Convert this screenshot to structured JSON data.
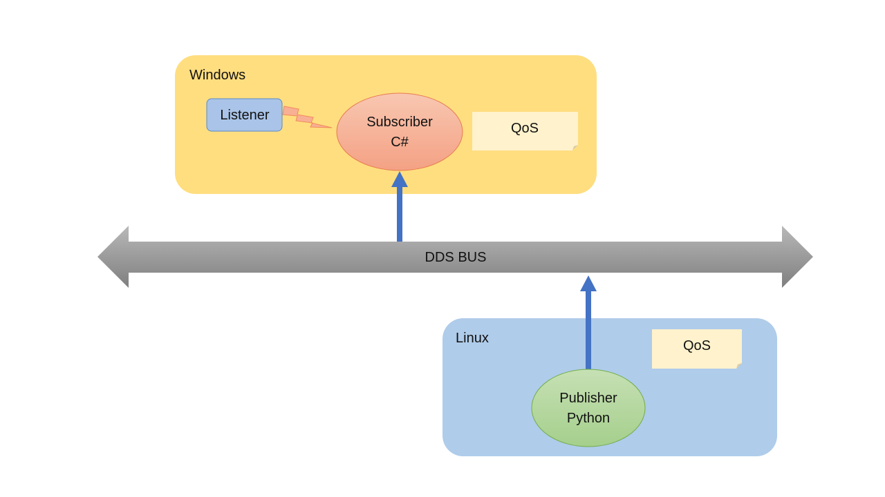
{
  "colors": {
    "windows_box": "#FFDE80",
    "linux_box": "#AFCCEA",
    "listener_fill": "#A9C4E8",
    "listener_stroke": "#5B8AC6",
    "subscriber_fill_top": "#F8C7B1",
    "subscriber_fill_bottom": "#F4A184",
    "subscriber_stroke": "#E67A4E",
    "publisher_fill_top": "#C6E0B4",
    "publisher_fill_bottom": "#A5CF8C",
    "publisher_stroke": "#70AD47",
    "qos_fill": "#FFF2CC",
    "bus_arrow_light": "#B8B8B8",
    "bus_arrow_dark": "#7F7F7F",
    "connector_arrow": "#4472C4",
    "lightning_fill": "#F8B094",
    "lightning_stroke": "#F08A5A"
  },
  "windows": {
    "title": "Windows",
    "listener": "Listener",
    "subscriber": {
      "line1": "Subscriber",
      "line2": "C#"
    },
    "qos": "QoS"
  },
  "bus": {
    "label": "DDS BUS"
  },
  "linux": {
    "title": "Linux",
    "qos": "QoS",
    "publisher": {
      "line1": "Publisher",
      "line2": "Python"
    }
  }
}
